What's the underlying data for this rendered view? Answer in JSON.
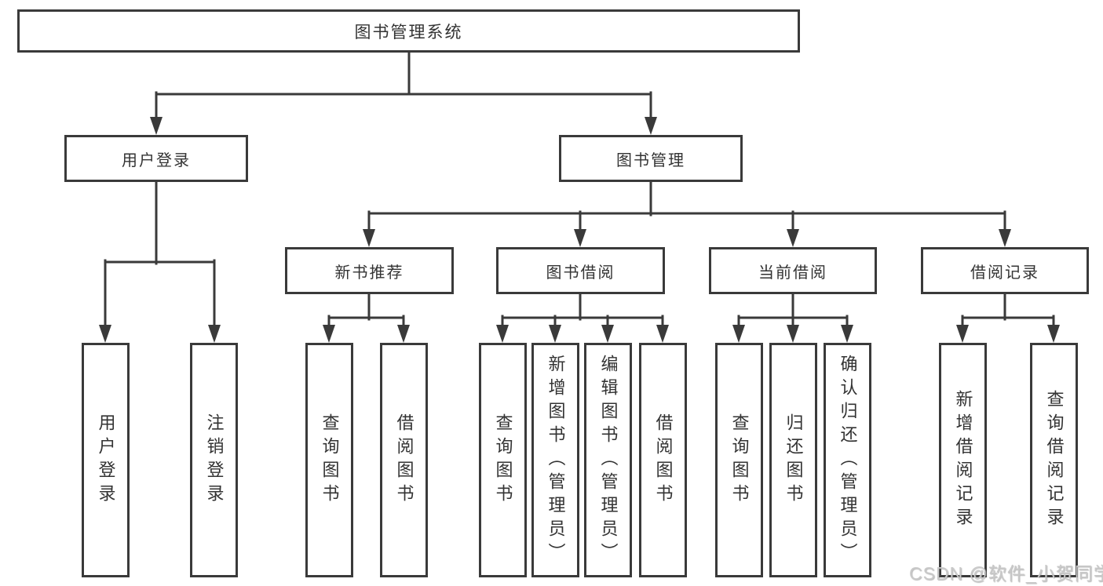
{
  "colors": {
    "line": "#3a3a3a",
    "text": "#333333",
    "background": "#ffffff",
    "watermark": "#c9c9c9"
  },
  "watermark": "CSDN @软件_小贺同学",
  "diagram": {
    "type": "hierarchy",
    "root": {
      "label": "图书管理系统"
    },
    "branches": [
      {
        "label": "用户登录",
        "children": [
          {
            "label": "用户登录"
          },
          {
            "label": "注销登录"
          }
        ]
      },
      {
        "label": "图书管理",
        "children": [
          {
            "label": "新书推荐",
            "children": [
              {
                "label": "查询图书"
              },
              {
                "label": "借阅图书"
              }
            ]
          },
          {
            "label": "图书借阅",
            "children": [
              {
                "label": "查询图书"
              },
              {
                "label": "新增图书（管理员）"
              },
              {
                "label": "编辑图书（管理员）"
              },
              {
                "label": "借阅图书"
              }
            ]
          },
          {
            "label": "当前借阅",
            "children": [
              {
                "label": "查询图书"
              },
              {
                "label": "归还图书"
              },
              {
                "label": "确认归还（管理员）"
              }
            ]
          },
          {
            "label": "借阅记录",
            "children": [
              {
                "label": "新增借阅记录"
              },
              {
                "label": "查询借阅记录"
              }
            ]
          }
        ]
      }
    ]
  }
}
